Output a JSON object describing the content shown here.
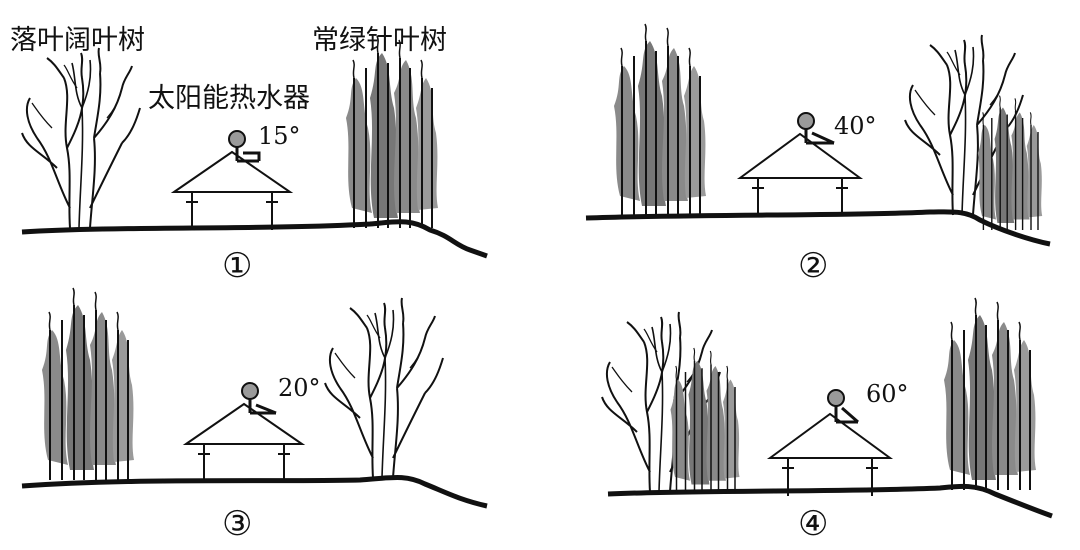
{
  "labels": {
    "deciduous_tree": "落叶阔叶树",
    "evergreen_tree": "常绿针叶树",
    "solar_heater": "太阳能热水器"
  },
  "panels": [
    {
      "number": "①",
      "angle": "15°",
      "left_tree": "deciduous",
      "right_tree": "evergreen"
    },
    {
      "number": "②",
      "angle": "40°",
      "left_tree": "evergreen",
      "right_tree": "mixed"
    },
    {
      "number": "③",
      "angle": "20°",
      "left_tree": "evergreen",
      "right_tree": "deciduous"
    },
    {
      "number": "④",
      "angle": "60°",
      "left_tree": "mixed",
      "right_tree": "evergreen"
    }
  ],
  "colors": {
    "ink": "#111111",
    "foliage": "#8a8a8a",
    "heater_ball": "#9a9a9a"
  }
}
